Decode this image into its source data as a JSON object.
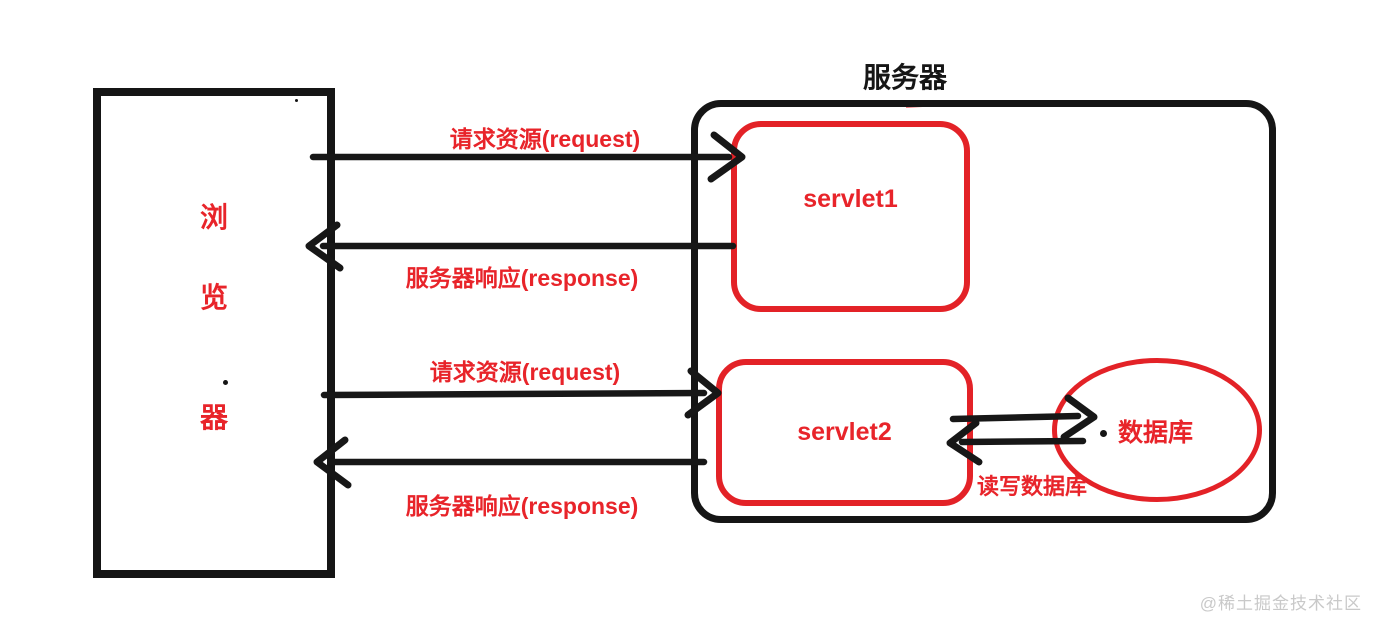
{
  "browser": {
    "chars": [
      "浏",
      "览",
      "器"
    ]
  },
  "server": {
    "label": "服务器"
  },
  "servlets": [
    {
      "label": "servlet1"
    },
    {
      "label": "servlet2"
    }
  ],
  "database": {
    "label": "数据库"
  },
  "flows": {
    "request1": "请求资源(request)",
    "response1": "服务器响应(response)",
    "request2": "请求资源(request)",
    "response2": "服务器响应(response)",
    "db_rw": "读写数据库"
  },
  "watermark": "@稀土掘金技术社区",
  "colors": {
    "red": "#e32227",
    "red_text": "#e8242a",
    "ink": "#151515",
    "watermark_gray": "#c9c9c9"
  }
}
